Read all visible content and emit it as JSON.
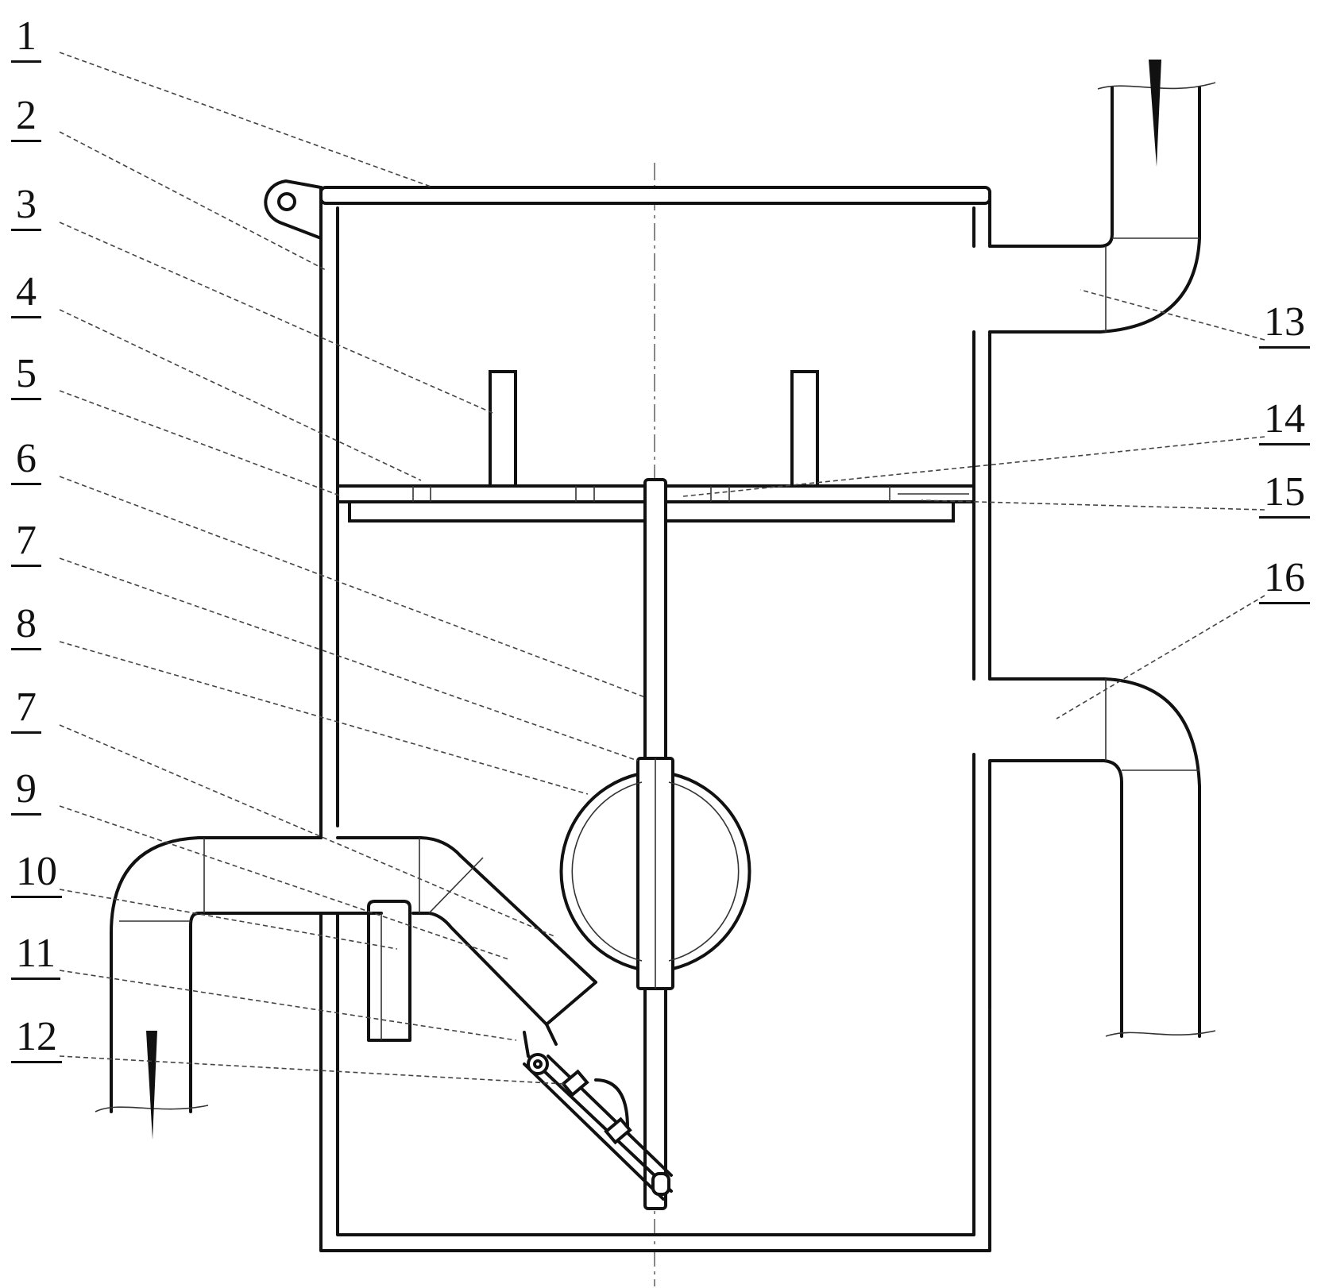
{
  "labels": {
    "left": [
      "1",
      "2",
      "3",
      "4",
      "5",
      "6",
      "7",
      "8",
      "7",
      "9",
      "10",
      "11",
      "12"
    ],
    "right": [
      "13",
      "14",
      "15",
      "16"
    ]
  }
}
